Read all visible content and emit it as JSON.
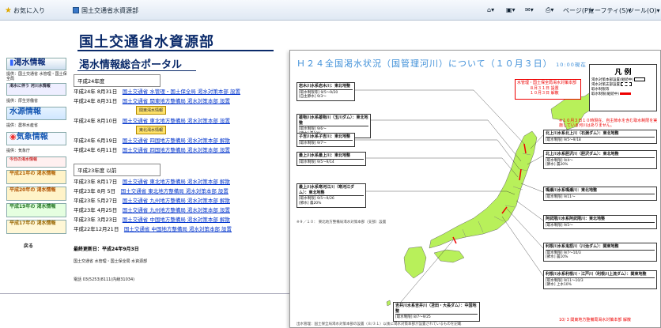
{
  "browser": {
    "favorites": "お気に入り",
    "tab_title": "国土交通省水資源部",
    "tools": {
      "page": "ページ(P)",
      "safety": "セーフティ(S)",
      "tool": "ツール(O)"
    }
  },
  "page": {
    "site_title": "国土交通省水資源部",
    "portal_title": "渇水情報総合ポータル",
    "sidebar": {
      "banner_drought": "渇水情報",
      "caption1": "提供：国土交通省 水管理・国土保全局",
      "banner_river": "渇水に伴う 河川水情報",
      "caption2": "提供：厚生労働省",
      "banner_water": "水源情報",
      "caption3": "提供：農林水産省",
      "banner_weather": "気象情報",
      "caption4": "提供：気象庁",
      "banner_today": "今日の渇水情報",
      "banner_h21": "平成21年の 渇水情報",
      "banner_h20": "平成20年の 渇水情報",
      "banner_h19": "平成19年の 渇水情報",
      "banner_h17": "平成17年の 渇水情報",
      "back": "戻る"
    },
    "sections": {
      "h24": "平成24年度",
      "h23": "平成23年度 以前"
    },
    "news_h24": [
      {
        "date": "平成24年 8月31日",
        "link": "国土交通省 水管理・国土保全局 渇水対策本部 設置"
      },
      {
        "date": "平成24年 8月31日",
        "link": "国土交通省 関東地方整備局 渇水対策本部 設置"
      },
      {
        "date": "平成24年 8月10日",
        "link": "国土交通省 東北地方整備局 渇水対策本部 設置"
      },
      {
        "date": "平成24年 6月19日",
        "link": "国土交通省 四国地方整備局 渇水対策本部 解散"
      },
      {
        "date": "平成24年 6月11日",
        "link": "国土交通省 四国地方整備局 渇水対策本部 設置"
      }
    ],
    "badges": {
      "kanto": "関東渇水情報",
      "tohoku": "東北渇水情報"
    },
    "news_h23": [
      {
        "date": "平成23年 8月17日",
        "link": "国土交通省 東北地方整備局 渇水対策本部 解散"
      },
      {
        "date": "平成23年 8月 5日",
        "link": "国土交通省 東北地方整備局 渇水対策本部 設置"
      },
      {
        "date": "平成23年 5月27日",
        "link": "国土交通省 九州地方整備局 渇水対策本部 解散"
      },
      {
        "date": "平成23年 4月25日",
        "link": "国土交通省 九州地方整備局 渇水対策本部 設置"
      },
      {
        "date": "平成23年 3月23日",
        "link": "国土交通省 中国地方整備局 渇水対策本部 解散"
      },
      {
        "date": "平成22年12月21日",
        "link": "国土交通省 中国地方整備局 渇水対策本部 設置"
      }
    ],
    "last_update": "最終更新日：平成24年9月3日",
    "address": "国土交通省 水管理・国土保全局 水資源部",
    "phone": "電話 03(5253)8111(内線31034)"
  },
  "overlay": {
    "title": "Ｈ２４全国渇水状況（国管理河川）について（１０月３日）",
    "title_time": "10:00現在",
    "legend": {
      "title": "凡 例",
      "items": [
        "渇水対策本部設置(継続中)",
        "渇水対策支部設置",
        "取水制限等",
        "取水制限(継続中)"
      ]
    },
    "redbox": [
      "水管理・国土保全局渇水対策本部",
      "８月３１日 設置",
      "１０月３日 解散"
    ],
    "rednote": "※１０月３日１０時現在、自主節水を含む取水制限を実施している河川はありません。",
    "left_boxes": [
      {
        "name": "岩木川水系岩木川：東北地整",
        "lines": [
          "[取水制限等] 9/5〜9/20",
          "[自主節水] 9/3〜"
        ]
      },
      {
        "name": "雄物川水系雄物川（玉川ダム）：東北地整",
        "lines": [
          "[取水制限] 9/6〜",
          "[節水] 農10%"
        ]
      },
      {
        "name": "子吉川水系子吉川：東北地整",
        "lines": [
          "[取水制限] 9/7〜"
        ]
      },
      {
        "name": "最上川水系最上川：東北地整",
        "lines": [
          "[取水制限] 9/5〜9/14"
        ]
      },
      {
        "name": "最上川水系寒河江川（寒河江ダム）：東北地整",
        "lines": [
          "[取水制限] 9/5〜9/26",
          "[節水] 農20%"
        ]
      }
    ],
    "right_boxes": [
      {
        "name": "北上川水系北上川（石淵ダム）：東北地整",
        "lines": [
          "[取水制限] 9/5〜9/18"
        ]
      },
      {
        "name": "北上川水系胆沢川（胆沢ダム）：東北地整",
        "lines": [
          "[取水制限] 9/4〜",
          "[節水] 農20%"
        ]
      },
      {
        "name": "鳴瀬川水系鳴瀬川：東北地整",
        "lines": [
          "[取水制限] 9/11〜"
        ]
      },
      {
        "name": "阿武隈川水系阿武隈川：東北地整",
        "lines": [
          "[取水制限] 9/5〜"
        ]
      },
      {
        "name": "利根川水系鬼怒川（川治ダム）：関東地整",
        "lines": [
          "[取水制限] 9/7〜10/3",
          "[節水] 農10%"
        ]
      },
      {
        "name": "利根川水系利根川・江戸川（利根川上流ダム）：関東地整",
        "lines": [
          "[取水制限] 9/11〜10/3",
          "[節水] 上水10%"
        ]
      }
    ],
    "bottom_box": {
      "name": "吉井川水系吉井川（苫田・大長ダム）：中国地整",
      "lines": [
        "[取水制限] 8/7〜9/25"
      ]
    },
    "footnote": "※９／１０： 東北地方整備局渇水対策本部（支部）設置",
    "foot": "出水管理：国土保全局渇水対策本部の設置（８/３１）以後に渇水対策本部が設置されているものを記載",
    "foot_red": "10/ 3 関東地方整備局渇水対策本部 解散"
  }
}
